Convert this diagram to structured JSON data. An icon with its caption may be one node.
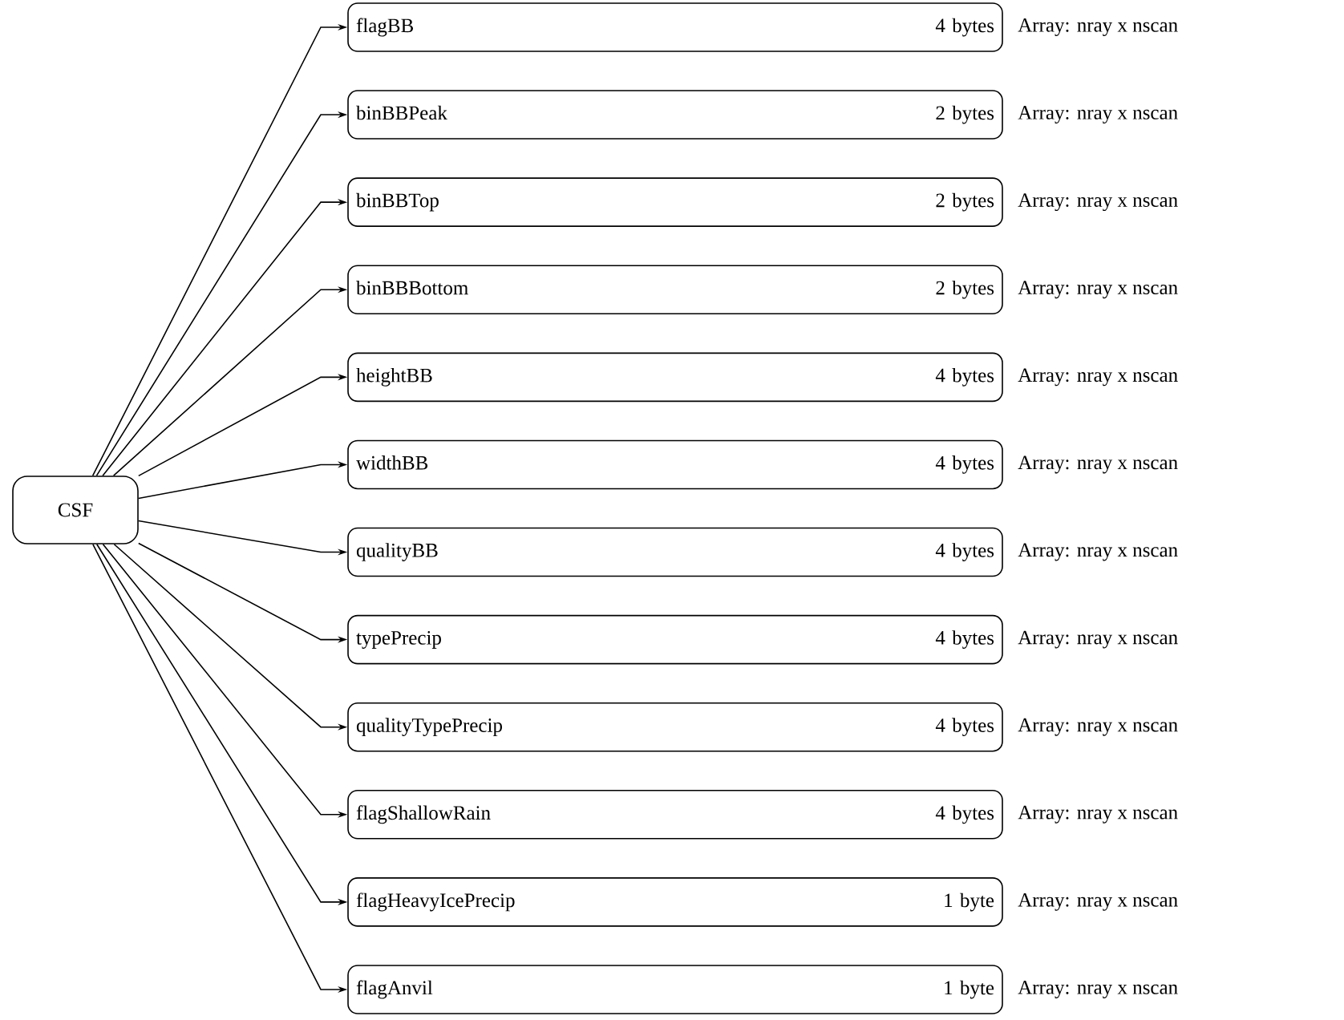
{
  "diagram": {
    "nodes": [
      {
        "text": [
          "CSF"
        ]
      },
      {
        "text": [
          "flagBB",
          "4 bytes"
        ],
        "beside": [
          "Array: nray x nscan"
        ]
      },
      {
        "text": [
          "binBBPeak",
          "2 bytes"
        ],
        "beside": [
          "Array: nray x nscan"
        ]
      },
      {
        "text": [
          "binBBTop",
          "2 bytes"
        ],
        "beside": [
          "Array: nray x nscan"
        ]
      },
      {
        "text": [
          "binBBBottom",
          "2 bytes"
        ],
        "beside": [
          "Array: nray x nscan"
        ]
      },
      {
        "text": [
          "heightBB",
          "4 bytes"
        ],
        "beside": [
          "Array: nray x nscan"
        ]
      },
      {
        "text": [
          "widthBB",
          "4 bytes"
        ],
        "beside": [
          "Array: nray x nscan"
        ]
      },
      {
        "text": [
          "qualityBB",
          "4 bytes"
        ],
        "beside": [
          "Array: nray x nscan"
        ]
      },
      {
        "text": [
          "typePrecip",
          "4 bytes"
        ],
        "beside": [
          "Array: nray x nscan"
        ]
      },
      {
        "text": [
          "qualityTypePrecip",
          "4 bytes"
        ],
        "beside": [
          "Array: nray x nscan"
        ]
      },
      {
        "text": [
          "flagShallowRain",
          "4 bytes"
        ],
        "beside": [
          "Array: nray x nscan"
        ]
      },
      {
        "text": [
          "flagHeavyIcePrecip",
          "1 byte"
        ],
        "beside": [
          "Array: nray x nscan"
        ]
      },
      {
        "text": [
          "flagAnvil",
          "1 byte"
        ],
        "beside": [
          "Array: nray x nscan"
        ]
      }
    ],
    "edges": [
      {
        "from": 0,
        "to": 1,
        "arrow": "to"
      },
      {
        "from": 0,
        "to": 2,
        "arrow": "to"
      },
      {
        "from": 0,
        "to": 3,
        "arrow": "to"
      },
      {
        "from": 0,
        "to": 4,
        "arrow": "to"
      },
      {
        "from": 0,
        "to": 5,
        "arrow": "to"
      },
      {
        "from": 0,
        "to": 6,
        "arrow": "to"
      },
      {
        "from": 0,
        "to": 7,
        "arrow": "to"
      },
      {
        "from": 0,
        "to": 8,
        "arrow": "to"
      },
      {
        "from": 0,
        "to": 9,
        "arrow": "to"
      },
      {
        "from": 0,
        "to": 10,
        "arrow": "to"
      },
      {
        "from": 0,
        "to": 11,
        "arrow": "to"
      },
      {
        "from": 0,
        "to": 12,
        "arrow": "to"
      }
    ]
  }
}
